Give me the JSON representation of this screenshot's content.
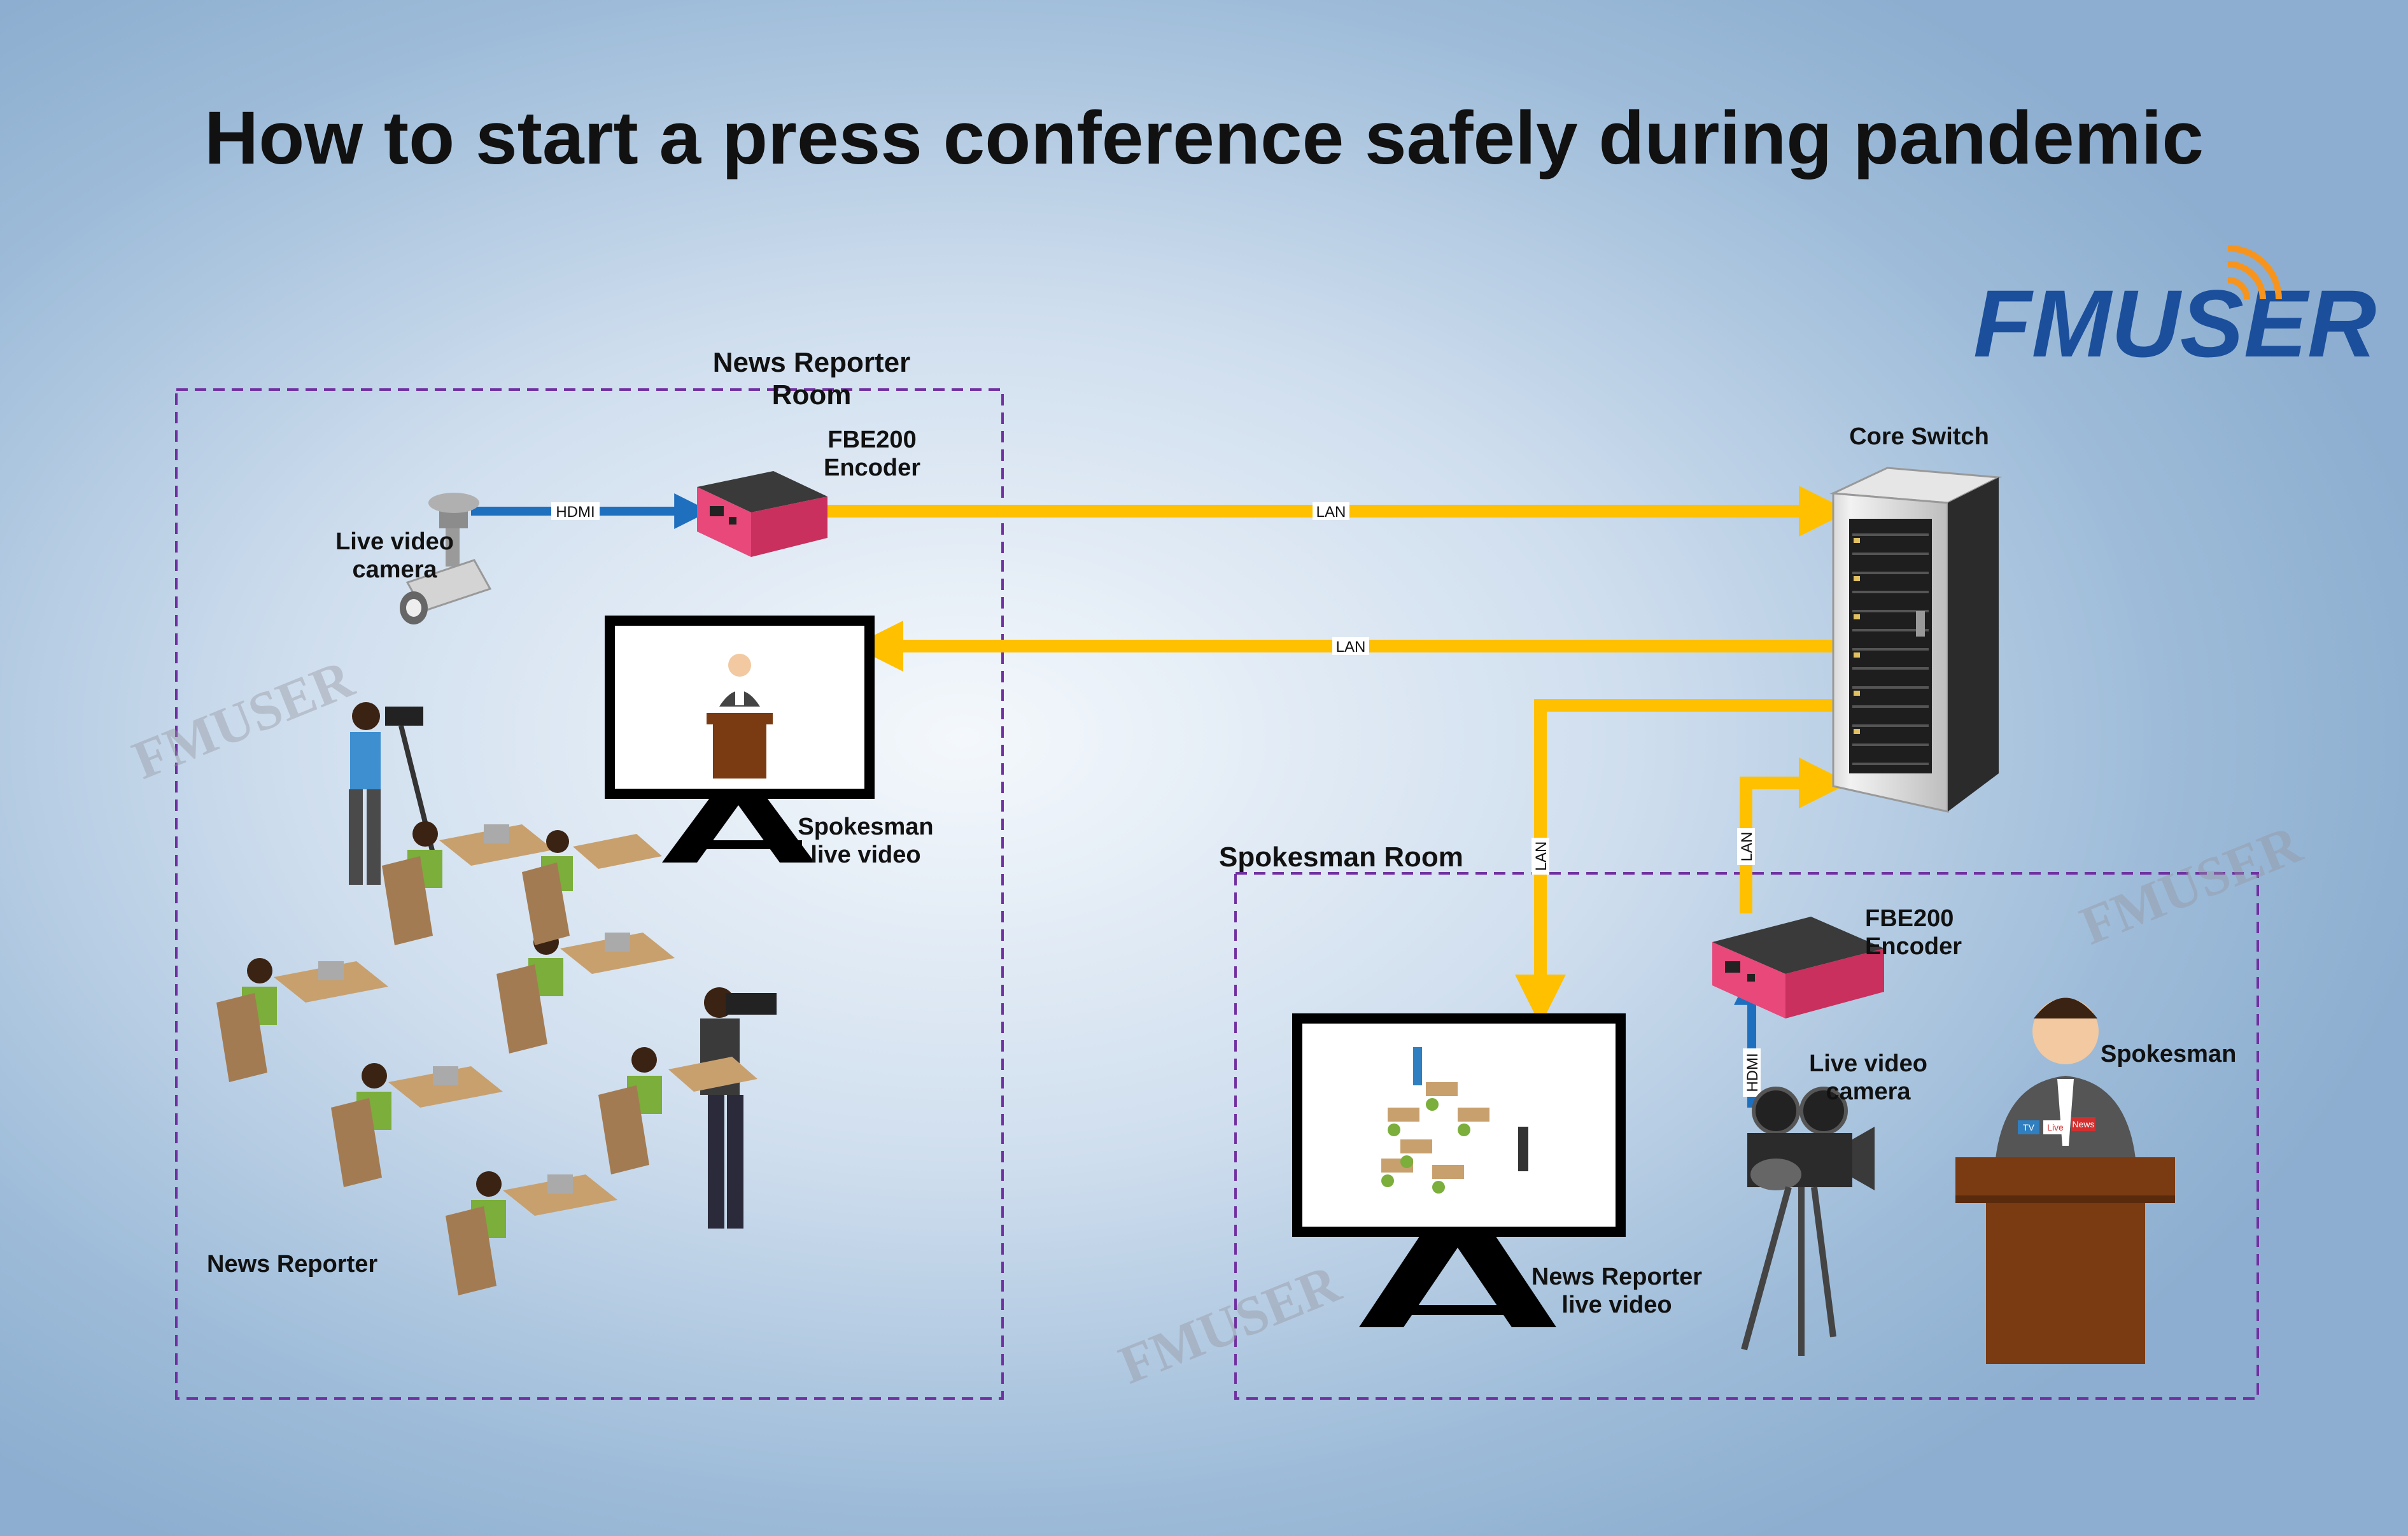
{
  "title": "How to start a press conference safely during pandemic",
  "logo": {
    "text": "FMUSER",
    "color": "#1b4f9c",
    "accent": "#f7941d"
  },
  "watermark": "FMUSER",
  "rooms": {
    "reporter": {
      "title": "News Reporter Room"
    },
    "spokesman": {
      "title": "Spokesman Room"
    }
  },
  "devices": {
    "encoder_left": {
      "line1": "FBE200",
      "line2": "Encoder"
    },
    "encoder_right": {
      "line1": "FBE200",
      "line2": "Encoder"
    },
    "core_switch": "Core Switch",
    "camera_left": {
      "line1": "Live video",
      "line2": "camera"
    },
    "camera_right": {
      "line1": "Live video",
      "line2": "camera"
    },
    "screen_left": {
      "line1": "Spokesman",
      "line2": "live video"
    },
    "screen_right": {
      "line1": "News Reporter",
      "line2": "live video"
    },
    "news_reporter": "News Reporter",
    "spokesman": "Spokesman"
  },
  "links": {
    "hdmi": "HDMI",
    "lan": "LAN"
  },
  "mic_tags": [
    "TV",
    "Live",
    "News"
  ],
  "colors": {
    "lan": "#ffc000",
    "hdmi": "#1f6fbf",
    "encoder": "#e8487a",
    "room_border": "#7030a0",
    "podium": "#7a3b12"
  }
}
